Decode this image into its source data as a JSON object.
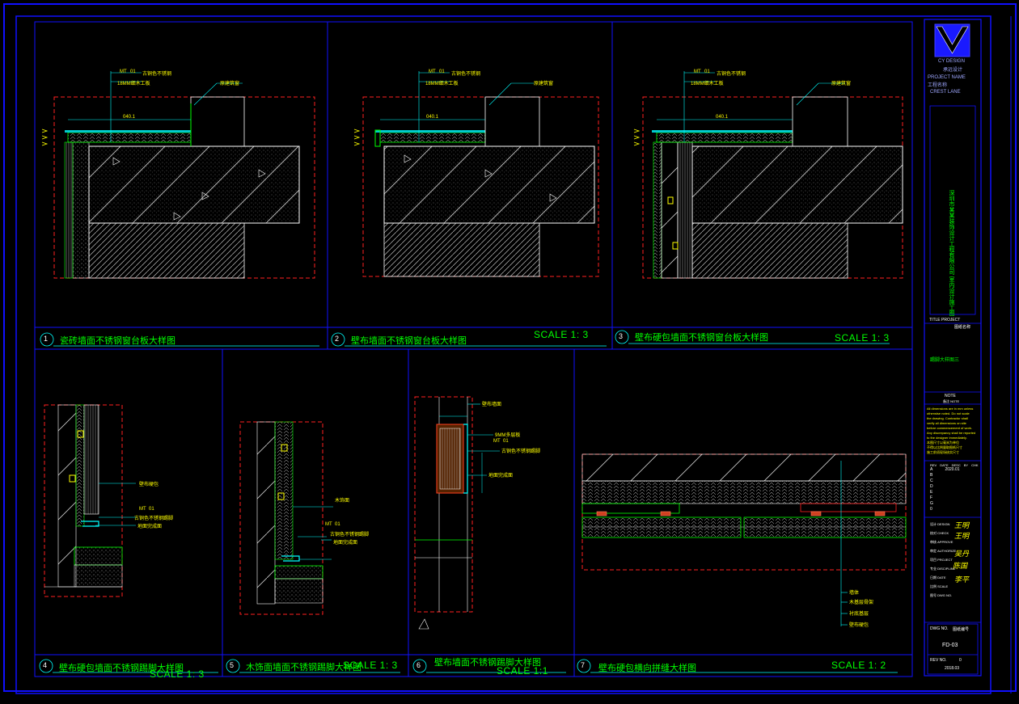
{
  "drawings": [
    {
      "num": "1",
      "title": "瓷砖墙面不锈钢窗台板大样图",
      "scale": "",
      "callouts": [
        "古铜色不锈钢",
        "18MM细木工板",
        "原建筑窗",
        "040.1"
      ]
    },
    {
      "num": "2",
      "title": "壁布墙面不锈钢窗台板大样图",
      "scale": "SCALE 1: 3",
      "callouts": [
        "古铜色不锈钢",
        "18MM细木工板",
        "原建筑窗",
        "040.1"
      ]
    },
    {
      "num": "3",
      "title": "壁布硬包墙面不锈钢窗台板大样图",
      "scale": "SCALE 1: 3",
      "callouts": [
        "古铜色不锈钢",
        "18MM细木工板",
        "原建筑窗",
        "040.1"
      ]
    },
    {
      "num": "4",
      "title": "壁布硬包墙面不锈钢踢脚大样图",
      "scale": "SCALE 1: 3",
      "callouts": [
        "壁布硬包",
        "古铜色不锈钢踢脚",
        "地面完成面"
      ]
    },
    {
      "num": "5",
      "title": "木饰面墙面不锈钢踢脚大样图",
      "scale": "SCALE 1: 3",
      "callouts": [
        "木饰面",
        "古铜色不锈钢踢脚",
        "地面完成面"
      ]
    },
    {
      "num": "6",
      "title": "壁布墙面不锈钢踢脚大样图",
      "scale": "SCALE 1:1",
      "callouts": [
        "壁布墙面",
        "9MM多层板",
        "古铜色不锈钢踢脚",
        "地面完成面"
      ]
    },
    {
      "num": "7",
      "title": "壁布硬包横向拼缝大样图",
      "scale": "SCALE 1: 2",
      "callouts": [
        "墙体",
        "木基层骨架",
        "衬底基层",
        "壁布硬包"
      ]
    }
  ],
  "tags": [
    "MT",
    "01"
  ],
  "title_block": {
    "company_en": "CY DESIGN",
    "company_cn": "承远设计",
    "project_name_label": "PROJECT NAME",
    "project_name_cn": "工程名称",
    "client": "CREST LANE",
    "vertical_text": "深圳市某某装饰设计工程有限公司 室内设计施工图",
    "project_label": "TITLE PROJECT",
    "project_value": "图纸名称",
    "drawing_title": "踢脚大样图三",
    "note_label": "NOTE",
    "note_sub": "备注 NOTE",
    "notes": [
      "All dimensions are in mm unless",
      "otherwise noted. Do not scale",
      "the drawing. Contractor shall",
      "verify all dimensions on site",
      "before commencement of work.",
      "Any discrepancy shall be reported",
      "to the designer immediately.",
      "本图尺寸以毫米为单位",
      "不得以比例量取图纸尺寸",
      "施工前须现场核实尺寸"
    ],
    "rev_headers": [
      "REV",
      "DATE",
      "DESC",
      "BY",
      "CHK"
    ],
    "rev_rows": [
      "A",
      "B",
      "C",
      "D",
      "E",
      "F",
      "G",
      "0"
    ],
    "rev_desc": "2020.01",
    "sign_labels": [
      "设计 DESIGN",
      "校对 CHECK",
      "审核 APPROVE",
      "审定 AUTHORIZE",
      "项目 PROJECT",
      "专业 DISCIPLINE",
      "日期 DATE",
      "比例 SCALE",
      "图号 DWG NO."
    ],
    "signatures": [
      "王明",
      "王明",
      "吴丹",
      "陈国",
      "李平"
    ],
    "dwg_no_label": "DWG NO.",
    "dwg_no_cn": "图纸编号",
    "dwg_no": "FD-03",
    "rev_label": "REV NO.",
    "rev_value": "0",
    "date_value": "2018.03"
  }
}
